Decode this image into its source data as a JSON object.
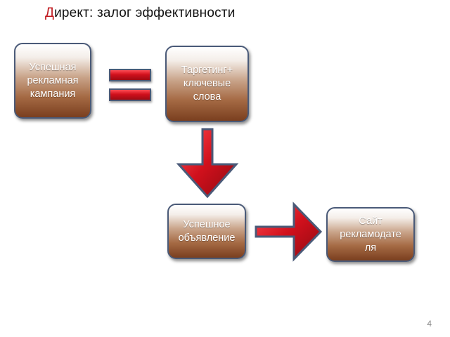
{
  "slide": {
    "title_first_letter": "Д",
    "title_rest": "ирект: залог эффективности",
    "page_number": "4"
  },
  "nodes": {
    "campaign": "Успешная\nрекламная\nкампания",
    "targeting": "Таргетинг+\nключевые\nслова",
    "ad": "Успешное\nобъявление",
    "site": "Сайт\nрекламодате\nля"
  },
  "colors": {
    "title_accent": "#c0181e",
    "box_border": "#4a5a78",
    "box_fill_dark": "#7a3f1f",
    "arrow_red": "#d0101c"
  },
  "icons": {
    "equals": "equals-sign",
    "down_arrow": "arrow-down-icon",
    "right_arrow": "arrow-right-icon"
  }
}
